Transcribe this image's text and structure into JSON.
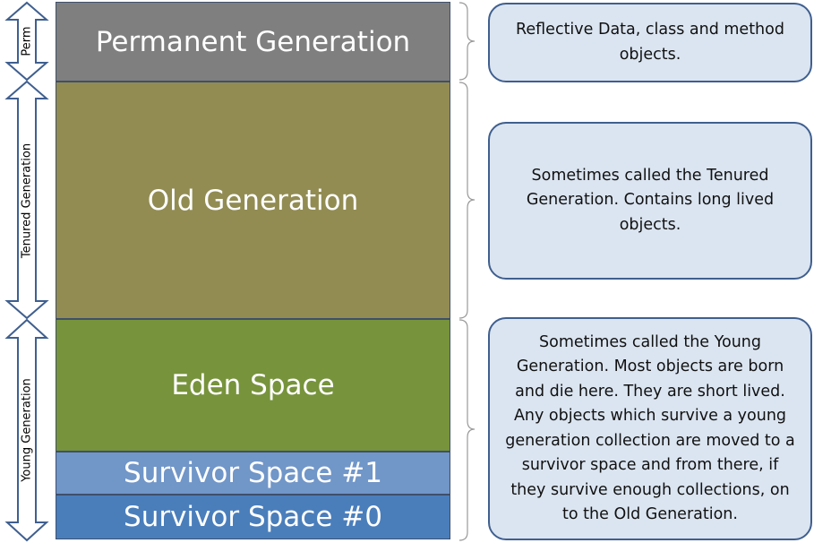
{
  "blocks": {
    "perm": "Permanent Generation",
    "old": "Old Generation",
    "eden": "Eden Space",
    "survivor1": "Survivor Space #1",
    "survivor0": "Survivor Space #0"
  },
  "side_labels": {
    "perm": "Perm",
    "tenured": "Tenured Generation",
    "young": "Young Generation"
  },
  "callouts": {
    "perm": "Reflective Data, class and method objects.",
    "old": "Sometimes called the Tenured Generation.  Contains long lived objects.",
    "young": "Sometimes called the Young Generation.  Most objects are born and die here.  They are short lived.  Any objects which survive a young generation collection are moved to a survivor space and from there, if they survive enough collections, on to the Old Generation."
  },
  "colors": {
    "perm": "#7f7f7f",
    "old": "#928c53",
    "eden": "#77933c",
    "survivor1": "#7196c8",
    "survivor0": "#4a7ebb",
    "callout_fill": "#dbe5f1",
    "callout_border": "#3f5f8f"
  }
}
